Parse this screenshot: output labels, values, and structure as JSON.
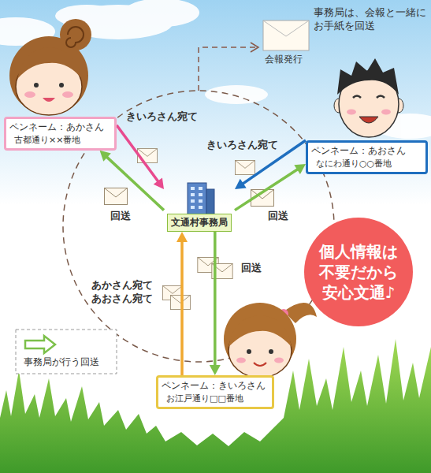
{
  "diagram": {
    "nodes": [
      {
        "text": [
          "ペンネーム：あかさん",
          "古都通り××番地"
        ]
      },
      {
        "text": [
          "ペンネーム：あおさん",
          "なにわ通り○○番地"
        ]
      },
      {
        "text": [
          "文通村事務局"
        ]
      },
      {
        "text": [
          "個人情報は不要だから安心文通♪"
        ]
      },
      {
        "text": [
          "ペンネーム：きいろさん",
          "お江戸通り□□番地"
        ]
      }
    ],
    "edges": [
      {
        "from": 0,
        "to": 2,
        "arrow": "to",
        "label": "きいろさん宛て"
      },
      {
        "from": 2,
        "to": 0,
        "arrow": "to",
        "label": "回送"
      },
      {
        "from": 1,
        "to": 2,
        "arrow": "to",
        "label": "きいろさん宛て"
      },
      {
        "from": 2,
        "to": 1,
        "arrow": "to",
        "label": "回送"
      },
      {
        "from": 4,
        "to": 2,
        "arrow": "to",
        "label": "あかさん宛て あおさん宛て"
      },
      {
        "from": 2,
        "to": 4,
        "arrow": "to",
        "label": "回送"
      }
    ],
    "labels": [
      "事務局は、会報と一緒にお手紙を回送",
      "会報発行"
    ],
    "legend": [
      {
        "text": "事務局が行う回送"
      }
    ]
  }
}
